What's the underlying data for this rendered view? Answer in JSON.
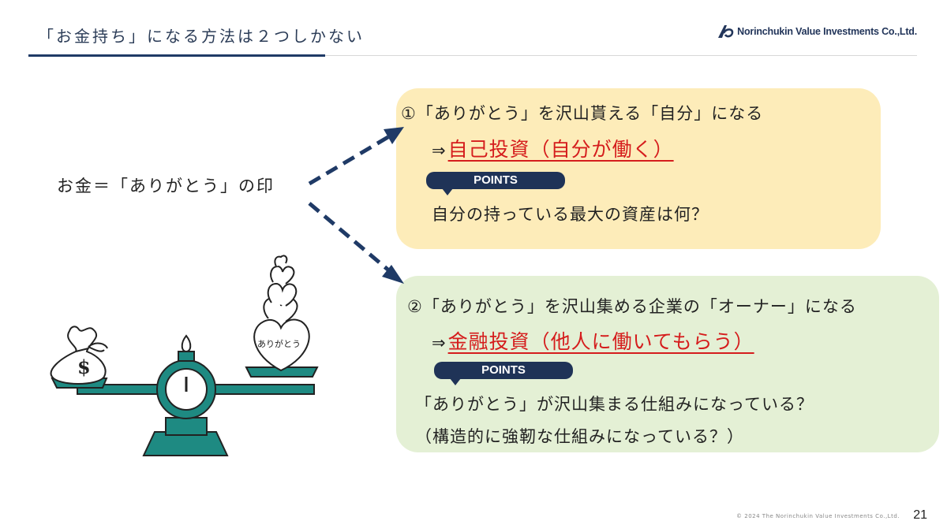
{
  "header": {
    "title": "「お金持ち」になる方法は２つしかない",
    "logo_text": "Norinchukin Value Investments Co.,Ltd.",
    "logo_icon": "nvi-logo-icon"
  },
  "equation": "お金＝「ありがとう」の印",
  "illustration": {
    "heart_text": "ありがとう",
    "money_symbol": "$"
  },
  "option1": {
    "title": "①「ありがとう」を沢山貰える「自分」になる",
    "arrow": "⇒",
    "highlight": "自己投資（自分が働く）",
    "badge": "POINTS",
    "point": "自分の持っている最大の資産は何？"
  },
  "option2": {
    "title": "②「ありがとう」を沢山集める企業の「オーナー」になる",
    "arrow": "⇒",
    "highlight": "金融投資（他人に働いてもらう）",
    "badge": "POINTS",
    "point_line1": "「ありがとう」が沢山集まる仕組みになっている？",
    "point_line2": "（構造的に強靭な仕組みになっている？）"
  },
  "footer": {
    "copyright": "© 2024  The  Norinchukin  Value  Investments  Co.,Ltd.",
    "page_number": "21"
  },
  "colors": {
    "navy": "#1f3357",
    "red": "#d51d1d",
    "yellow_box": "#fdecb9",
    "green_box": "#e4f0d5",
    "teal": "#1e8a82"
  }
}
